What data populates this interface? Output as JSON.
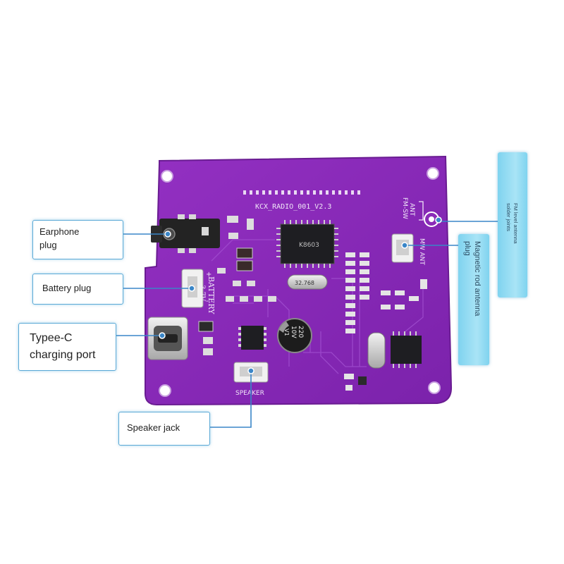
{
  "board": {
    "title_silk": "KCX_RADIO_001_V2.3",
    "chip_label": "K8603",
    "crystal_label": "32.768",
    "capacitor_label": [
      "220",
      "10V",
      "V1"
    ],
    "battery_silk": [
      "BATTERY",
      "3.7V"
    ],
    "battery_polarity": [
      "+",
      "-"
    ],
    "speaker_silk": "SPEAKER",
    "fm_sw_silk": [
      "FM-SW",
      "ANT"
    ],
    "mw_silk": "MW ANT",
    "colors": {
      "pcb": "#8a2bb8",
      "pcb_edge": "#6d1f95",
      "callout_border": "#5aa9d6",
      "leader": "#3a86c8"
    }
  },
  "callouts": {
    "earphone": [
      "Earphone",
      "plug"
    ],
    "battery": "Battery plug",
    "typec": [
      "Typee-C",
      "charging port"
    ],
    "speaker": "Speaker jack",
    "fm": [
      "FM level antenna",
      "solder joints"
    ],
    "magnetic": [
      "Magnetic rod antenna",
      "plug"
    ]
  }
}
